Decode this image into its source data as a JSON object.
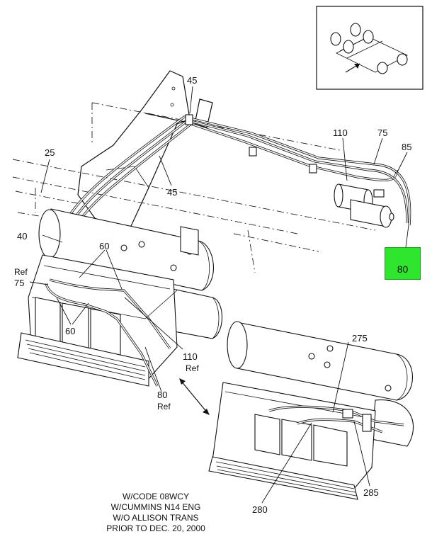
{
  "callouts": {
    "c45a": "45",
    "c45b": "45",
    "c25": "25",
    "c110": "110",
    "c75": "75",
    "c85": "85",
    "c40": "40",
    "c60a": "60",
    "c60b": "60",
    "ref75": "Ref",
    "c75b": "75",
    "c110b": "110",
    "ref110": "Ref",
    "c80b": "80",
    "ref80": "Ref",
    "c275": "275",
    "c285": "285",
    "c280": "280",
    "highlight": "80"
  },
  "colors": {
    "highlight": "#2ee62e"
  },
  "footer": {
    "line1": "W/CODE 08WCY",
    "line2": "W/CUMMINS N14 ENG",
    "line3": "W/O ALLISON TRANS",
    "line4": "PRIOR TO DEC. 20, 2000"
  }
}
